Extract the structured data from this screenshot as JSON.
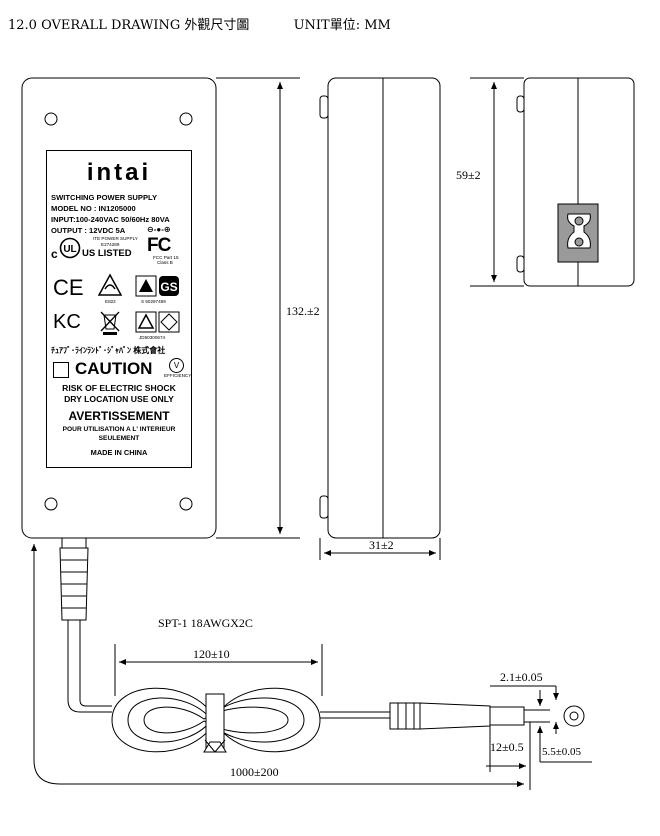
{
  "heading": {
    "title": "12.0 OVERALL DRAWING 外觀尺寸圖",
    "unit": "UNIT單位: MM"
  },
  "sticker": {
    "logo": "intai",
    "line1": "SWITCHING POWER SUPPLY",
    "line2": "MODEL NO : IN1205000",
    "line3": "INPUT:100-240VAC 50/60Hz 80VA",
    "line4": "OUTPUT : 12VDC 5A",
    "ul_text": "US LISTED",
    "ite_line1": "ITE POWER SUPPLY",
    "ite_line2": "E274289",
    "fcc_sub1": "FCC Part 15",
    "fcc_sub2": "Class B",
    "ce": "CE",
    "e_code": "E822",
    "s_code": "S 50297489",
    "kc": "KC",
    "jd_code": "JD50300674",
    "jp_company": "ﾁｭｱﾌﾞ･ﾗｲﾝﾗﾝﾄﾞ･ｼﾞｬﾊﾟﾝ 株式會社",
    "caution": "CAUTION",
    "efficiency": "EFFICIENCY",
    "v_mark": "V",
    "shock_line1": "RISK OF ELECTRIC SHOCK",
    "shock_line2": "DRY LOCATION USE ONLY",
    "avert": "AVERTISSEMENT",
    "fr_line1": "POUR UTILISATION A L' INTERIEUR",
    "fr_line2": "SEULEMENT",
    "made_in": "MADE IN CHINA"
  },
  "dimensions": {
    "height": "132.±2",
    "thickness": "31±2",
    "depth": "59±2",
    "coil": "120±10",
    "cable_length": "1000±200",
    "plug_inner": "2.1±0.05",
    "plug_length": "12±0.5",
    "plug_outer": "5.5±0.05"
  },
  "cable_spec": "SPT-1 18AWGX2C"
}
